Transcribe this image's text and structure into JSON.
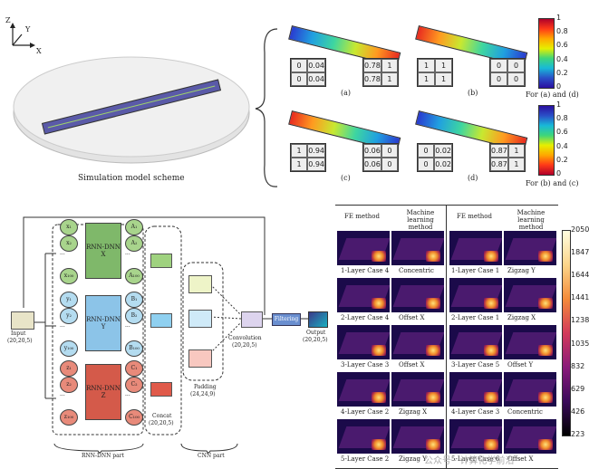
{
  "axes_labels": {
    "z": "Z",
    "y": "Y",
    "x": "X"
  },
  "sim_caption": "Simulation model scheme",
  "panels": [
    {
      "label": "(a)",
      "left": [
        "0",
        "0.04",
        "0",
        "0.04"
      ],
      "right": [
        "0.78",
        "1",
        "0.78",
        "1"
      ]
    },
    {
      "label": "(b)",
      "left": [
        "1",
        "1",
        "1",
        "1"
      ],
      "right": [
        "0",
        "0",
        "0",
        "0"
      ]
    },
    {
      "label": "(c)",
      "left": [
        "1",
        "0.94",
        "1",
        "0.94"
      ],
      "right": [
        "0.06",
        "0",
        "0.06",
        "0"
      ]
    },
    {
      "label": "(d)",
      "left": [
        "0",
        "0.02",
        "0",
        "0.02"
      ],
      "right": [
        "0.87",
        "1",
        "0.87",
        "1"
      ]
    }
  ],
  "colorbar_top": {
    "ticks": [
      "1",
      "0.8",
      "0.6",
      "0.4",
      "0.2",
      "0"
    ],
    "caption": "For (a) and (d)"
  },
  "colorbar_bottom": {
    "ticks": [
      "1",
      "0.8",
      "0.6",
      "0.4",
      "0.2",
      "0"
    ],
    "caption": "For (b) and (c)"
  },
  "network": {
    "input_label": "Input",
    "input_dim": "(20,20,5)",
    "rnn_x": "RNN-DNN X",
    "rnn_y": "RNN-DNN Y",
    "rnn_z": "RNN-DNN Z",
    "concat_label": "Concat",
    "concat_dim": "(20,20,5)",
    "padding_label": "Padding",
    "padding_dim": "(24,24,9)",
    "conv_label": "Convolution",
    "conv_dim": "(20,20,5)",
    "filtering": "Filtering",
    "output_label": "Output",
    "output_dim": "(20,20,5)",
    "rnn_part": "RNN-DNN part",
    "cnn_part": "CNN part",
    "x_nodes_in": [
      "x₁",
      "x₂",
      "···",
      "x₁₀₀"
    ],
    "x_nodes_out": [
      "A₁",
      "A₂",
      "···",
      "A₁₀₀"
    ],
    "y_nodes_in": [
      "y₁",
      "y₂",
      "···",
      "y₁₀₀"
    ],
    "y_nodes_out": [
      "B₁",
      "B₂",
      "···",
      "B₁₀₀"
    ],
    "z_nodes_in": [
      "z₁",
      "z₂",
      "···",
      "z₁₀₀"
    ],
    "z_nodes_out": [
      "C₁",
      "C₂",
      "···",
      "C₁₀₀"
    ]
  },
  "results_table": {
    "headers": [
      "FE method",
      "Machine learning method",
      "FE method",
      "Machine learning method"
    ],
    "rows": [
      {
        "left": "1-Layer  Case 4",
        "left_ml": "Concentric",
        "right": "1-Layer  Case 1",
        "right_ml": "Zigzag Y"
      },
      {
        "left": "2-Layer  Case 4",
        "left_ml": "Offset X",
        "right": "2-Layer  Case 1",
        "right_ml": "Zigzag X"
      },
      {
        "left": "3-Layer  Case 3",
        "left_ml": "Offset X",
        "right": "3-Layer  Case 5",
        "right_ml": "Offset Y"
      },
      {
        "left": "4-Layer  Case 2",
        "left_ml": "Zigzag X",
        "right": "4-Layer  Case 3",
        "right_ml": "Concentric"
      },
      {
        "left": "5-Layer  Case 2",
        "left_ml": "Zigzag Y",
        "right": "5-Layer  Case 6",
        "right_ml": "Offset X"
      }
    ]
  },
  "colorbar_results": {
    "ticks": [
      "2050",
      "1847",
      "1644",
      "1441",
      "1238",
      "1035",
      "832",
      "629",
      "426",
      "223"
    ]
  },
  "watermark": "公众号 · 计算化学前沿"
}
